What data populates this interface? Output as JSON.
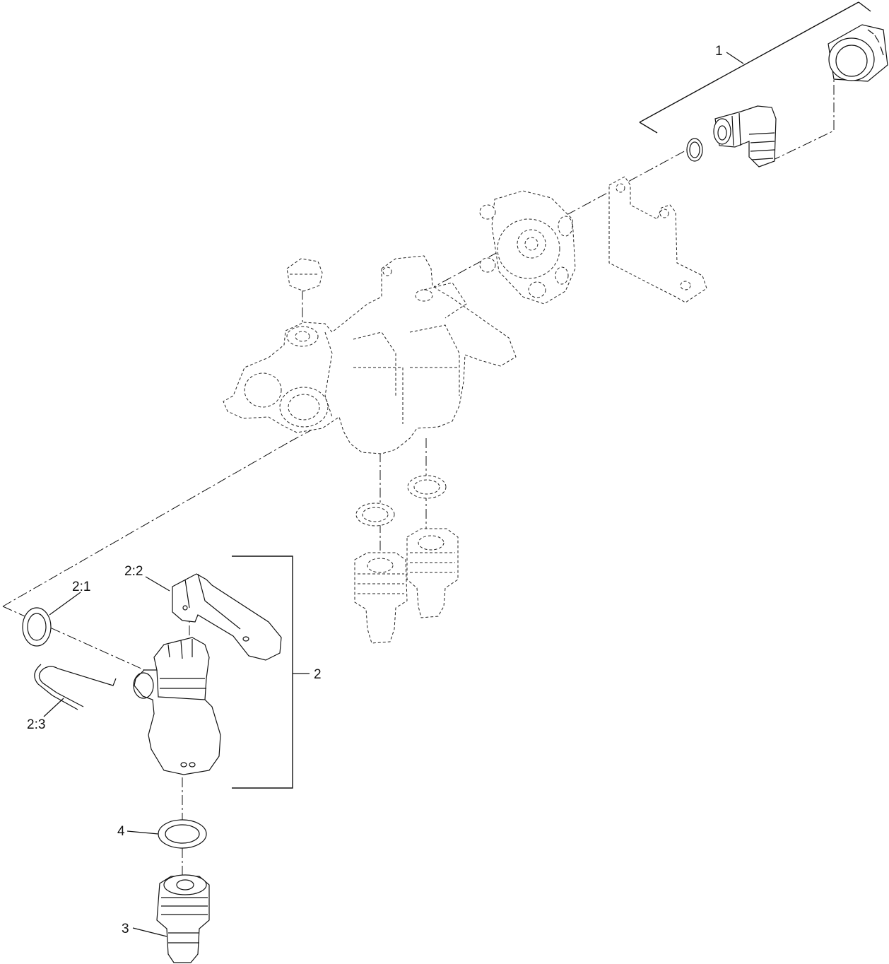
{
  "callouts": {
    "c1": "1",
    "c2": "2",
    "c2_1": "2:1",
    "c2_2": "2:2",
    "c2_3": "2:3",
    "c3": "3",
    "c4": "4"
  }
}
